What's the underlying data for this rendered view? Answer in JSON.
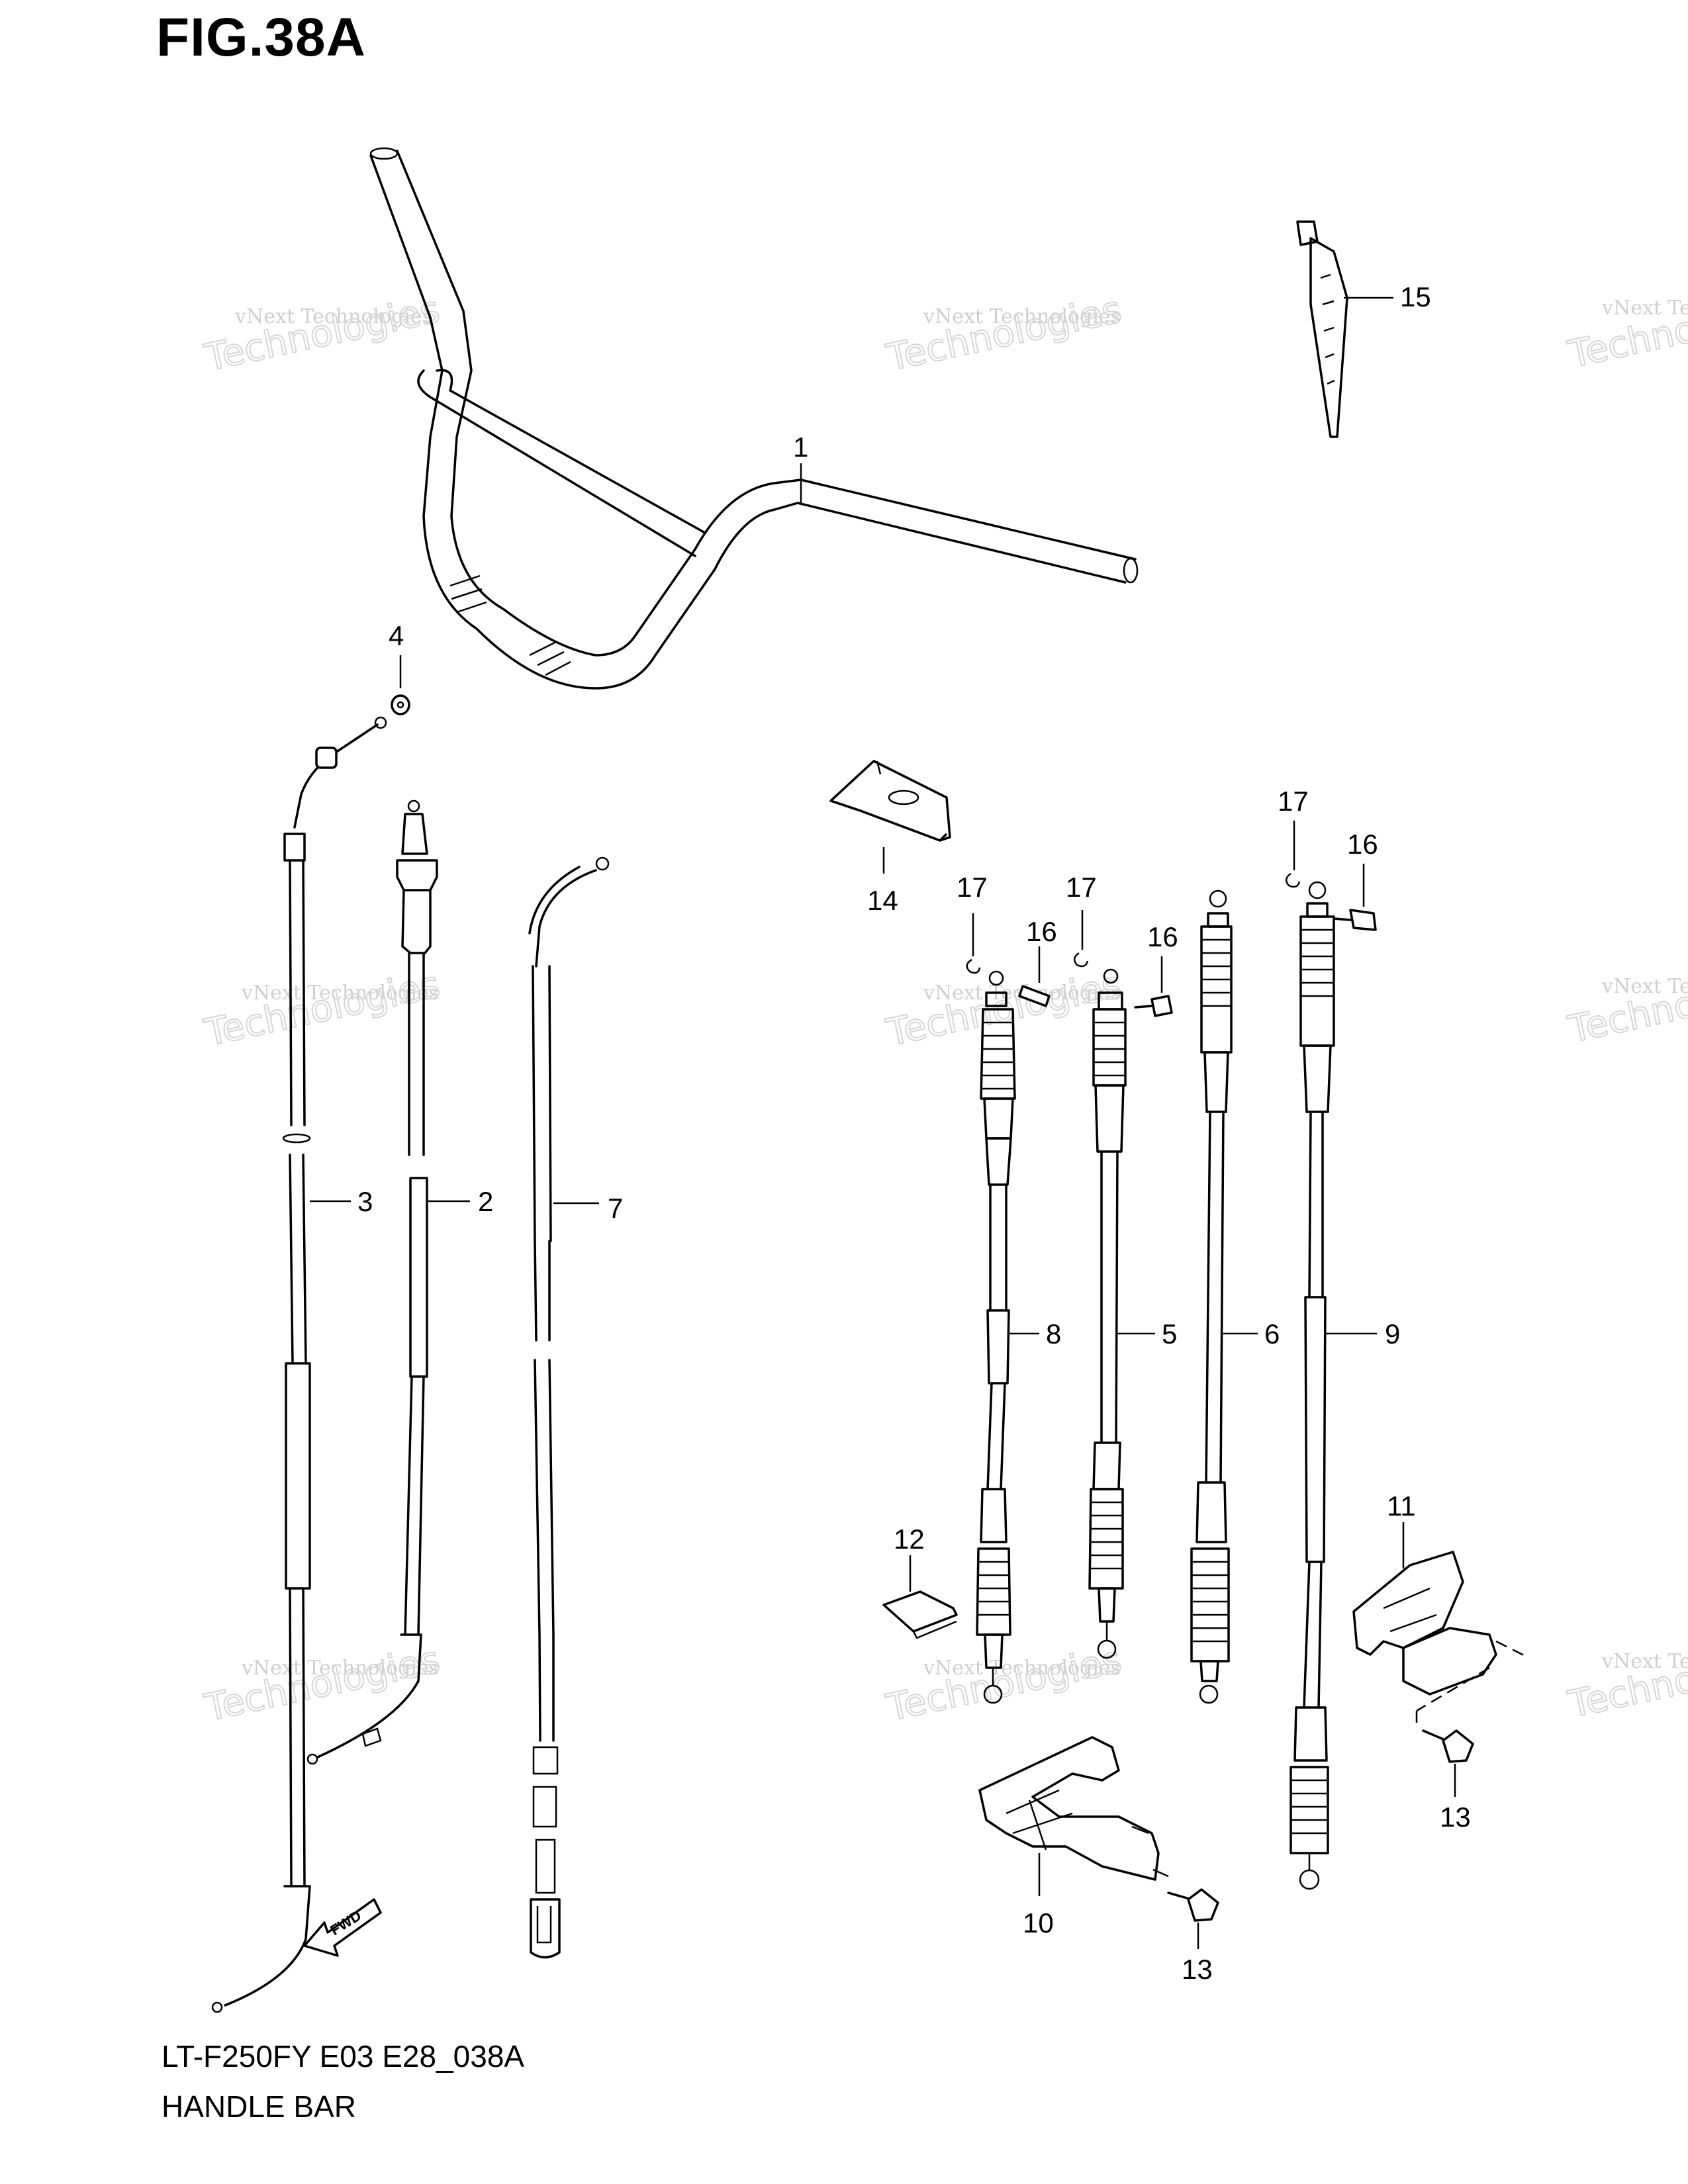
{
  "figure": {
    "title": "FIG.38A"
  },
  "footer": {
    "code": "LT-F250FY E03 E28_038A",
    "name": "HANDLE BAR"
  },
  "fwd_label": "FWD",
  "watermark": {
    "line1": "vNext Technologies",
    "line2": "Technologies"
  },
  "callouts": {
    "c1": "1",
    "c2": "2",
    "c3": "3",
    "c4": "4",
    "c5": "5",
    "c6": "6",
    "c7": "7",
    "c8": "8",
    "c9": "9",
    "c10": "10",
    "c11": "11",
    "c12": "12",
    "c13a": "13",
    "c13b": "13",
    "c14": "14",
    "c15": "15",
    "c16a": "16",
    "c16b": "16",
    "c16c": "16",
    "c17a": "17",
    "c17b": "17",
    "c17c": "17"
  }
}
